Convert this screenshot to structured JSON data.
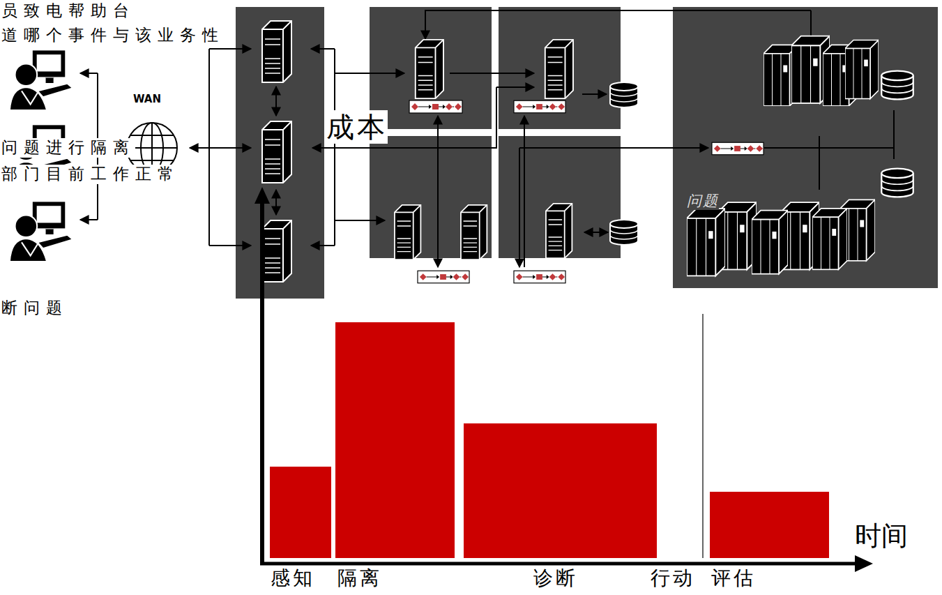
{
  "diagram": {
    "labels": [
      "员致电帮助台",
      "道哪个事件与该业务性",
      "WAN",
      "成本",
      "问题进行隔离",
      "部门目前工作正常",
      "问题",
      "断问题",
      "时间",
      "感知",
      "隔离",
      "诊断",
      "行动",
      "评估"
    ]
  }
}
